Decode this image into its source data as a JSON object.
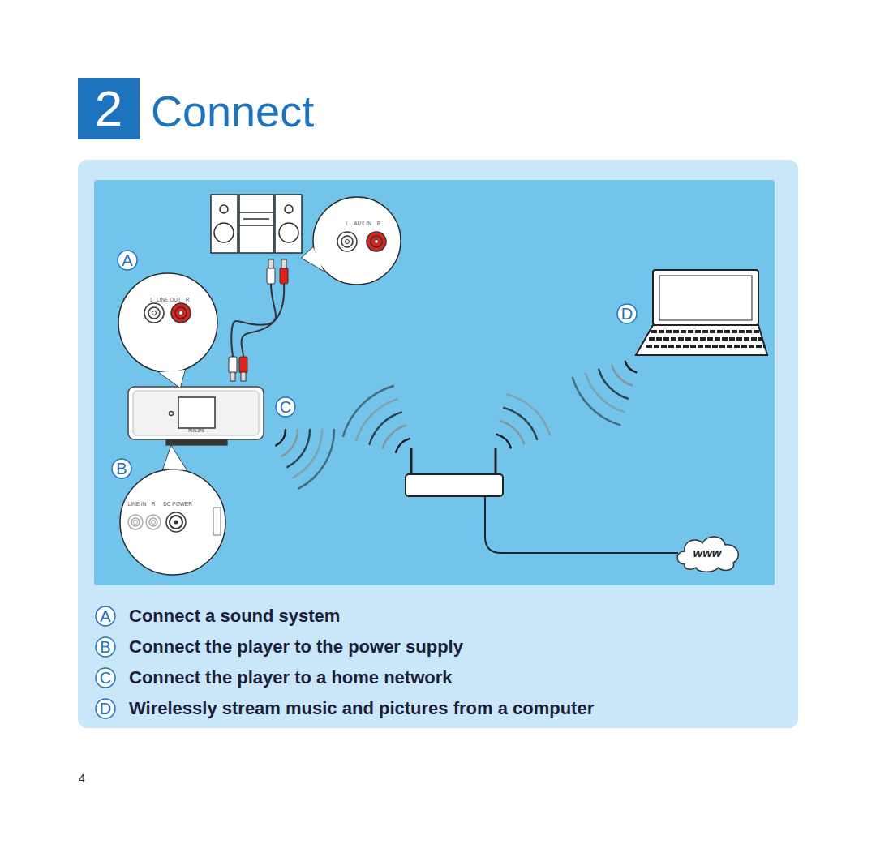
{
  "diagram": {
    "title": "Connect",
    "nodes": [
      {
        "text": [
          "2"
        ]
      },
      {
        "text": [
          "L",
          "AUX IN",
          "R"
        ]
      },
      {
        "text": [
          "A"
        ]
      },
      {
        "text": [
          "L",
          "LINE OUT",
          "R"
        ]
      },
      {
        "text": [
          "D"
        ]
      },
      {
        "text": [
          "C"
        ]
      },
      {
        "text": [
          "B"
        ]
      },
      {
        "text": [
          "LINE IN",
          "R",
          "DC POWER"
        ]
      },
      {
        "text": [
          "www"
        ]
      },
      {
        "text": [
          "A"
        ]
      },
      {
        "text": [
          "B"
        ]
      },
      {
        "text": [
          "C"
        ]
      },
      {
        "text": [
          "D"
        ]
      }
    ],
    "labels": [
      "PHILIPS",
      "Connect a sound system",
      "Connect the player to the power supply",
      "Connect the player to a home network",
      "Wirelessly stream music and pictures from a computer",
      "4"
    ]
  }
}
